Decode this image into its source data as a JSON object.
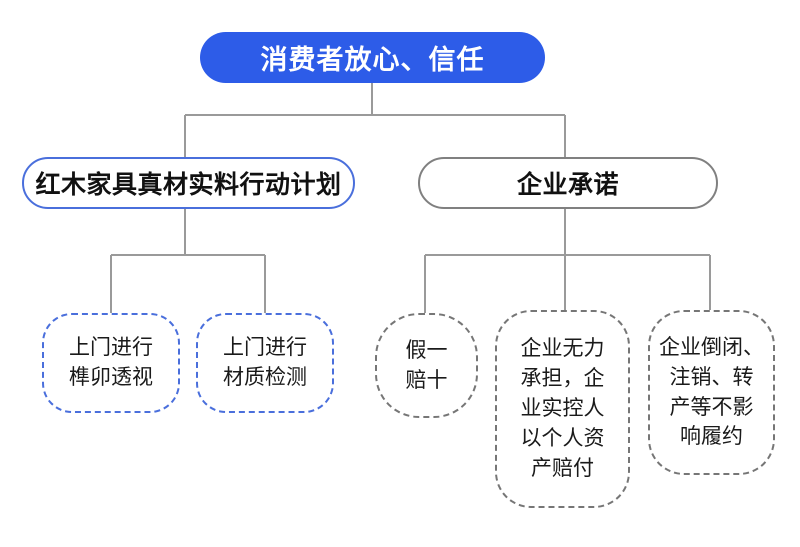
{
  "diagram": {
    "type": "org-tree",
    "title_text": "消费者放心、信任",
    "colors": {
      "root_fill": "#2d5ce8",
      "root_text": "#ffffff",
      "blue_outline": "#4a6fdc",
      "gray_outline": "#808080",
      "leaf_gray_outline": "#767676",
      "connector": "#9a9a9a",
      "background": "#ffffff",
      "body_text": "#1a1a1a"
    },
    "root": {
      "label": "消费者放心、信任"
    },
    "level2": [
      {
        "id": "plan",
        "label": "红木家具真材实料行动计划",
        "style": "blue-outline-pill"
      },
      {
        "id": "promise",
        "label": "企业承诺",
        "style": "gray-outline-pill"
      }
    ],
    "leaves": [
      {
        "id": "leaf-a",
        "parent": "plan",
        "label": "上门进行\n榫卯透视",
        "style": "blue-dashed"
      },
      {
        "id": "leaf-b",
        "parent": "plan",
        "label": "上门进行\n材质检测",
        "style": "blue-dashed"
      },
      {
        "id": "leaf-c",
        "parent": "promise",
        "label": "假一\n赔十",
        "style": "gray-dashed"
      },
      {
        "id": "leaf-d",
        "parent": "promise",
        "label": "企业无力\n承担，企\n业实控人\n以个人资\n产赔付",
        "style": "gray-dashed"
      },
      {
        "id": "leaf-e",
        "parent": "promise",
        "label": "企业倒闭、\n注销、转\n产等不影\n响履约",
        "style": "gray-dashed"
      }
    ]
  }
}
